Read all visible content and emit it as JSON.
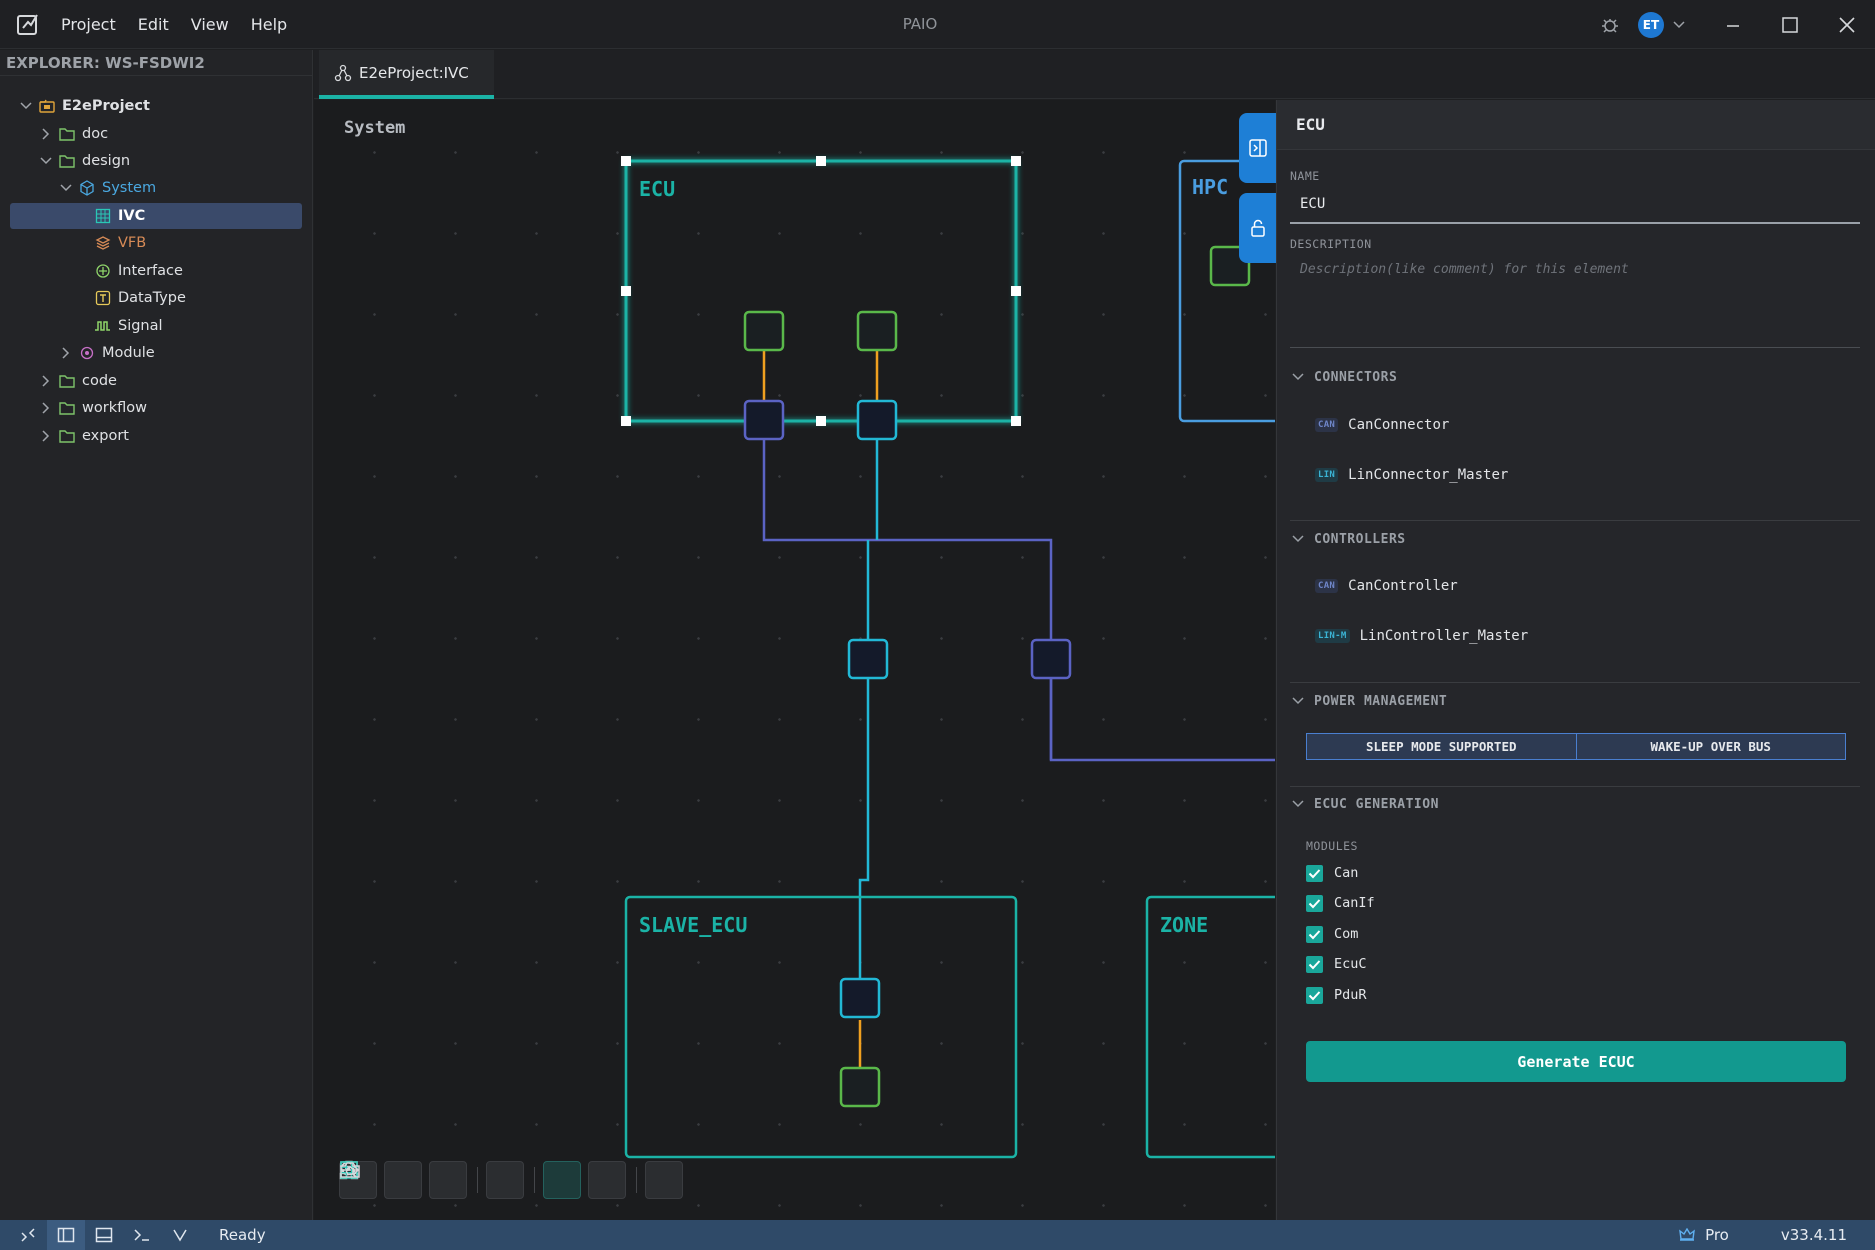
{
  "titlebar": {
    "app_title": "PAIO",
    "menu": [
      "Project",
      "Edit",
      "View",
      "Help"
    ],
    "avatar_initials": "ET"
  },
  "explorer": {
    "title": "EXPLORER: WS-FSDWI2",
    "tree": [
      {
        "label": "E2eProject",
        "icon": "project-icon"
      },
      {
        "label": "doc",
        "icon": "folder-icon"
      },
      {
        "label": "design",
        "icon": "folder-icon"
      },
      {
        "label": "System",
        "icon": "cube-icon"
      },
      {
        "label": "IVC",
        "icon": "grid-icon"
      },
      {
        "label": "VFB",
        "icon": "layers-icon"
      },
      {
        "label": "Interface",
        "icon": "interface-icon"
      },
      {
        "label": "DataType",
        "icon": "type-icon"
      },
      {
        "label": "Signal",
        "icon": "signal-icon"
      },
      {
        "label": "Module",
        "icon": "module-icon"
      },
      {
        "label": "code",
        "icon": "folder-icon"
      },
      {
        "label": "workflow",
        "icon": "folder-icon"
      },
      {
        "label": "export",
        "icon": "folder-icon"
      }
    ]
  },
  "tabs": [
    {
      "label": "E2eProject:IVC",
      "active": true
    }
  ],
  "canvas": {
    "label": "System",
    "nodes": {
      "ecu": "ECU",
      "hpc": "HPC",
      "slave_ecu": "SLAVE_ECU",
      "zone": "ZONE"
    }
  },
  "panel": {
    "title": "ECU",
    "name_label": "NAME",
    "name_value": "ECU",
    "description_label": "DESCRIPTION",
    "description_placeholder": "Description(like comment) for this element",
    "connectors": {
      "heading": "CONNECTORS",
      "items": [
        {
          "badge": "CAN",
          "label": "CanConnector"
        },
        {
          "badge": "LIN",
          "label": "LinConnector_Master"
        }
      ]
    },
    "controllers": {
      "heading": "CONTROLLERS",
      "items": [
        {
          "badge": "CAN",
          "label": "CanController"
        },
        {
          "badge": "LIN-M",
          "label": "LinController_Master"
        }
      ]
    },
    "power": {
      "heading": "POWER MANAGEMENT",
      "options": [
        "SLEEP MODE SUPPORTED",
        "WAKE-UP OVER BUS"
      ]
    },
    "ecuc": {
      "heading": "ECUC GENERATION",
      "modules_label": "MODULES",
      "modules": [
        {
          "label": "Can",
          "checked": true
        },
        {
          "label": "CanIf",
          "checked": true
        },
        {
          "label": "Com",
          "checked": true
        },
        {
          "label": "EcuC",
          "checked": true
        },
        {
          "label": "PduR",
          "checked": true
        }
      ],
      "generate_label": "Generate ECUC"
    }
  },
  "statusbar": {
    "status": "Ready",
    "plan": "Pro",
    "version": "v33.4.11"
  },
  "colors": {
    "accent_teal": "#1bb3a6",
    "brand_blue": "#1e7fd6",
    "can_bus": "#5b63c4",
    "lin_bus": "#22b8d6",
    "port_link": "#f0a020"
  }
}
